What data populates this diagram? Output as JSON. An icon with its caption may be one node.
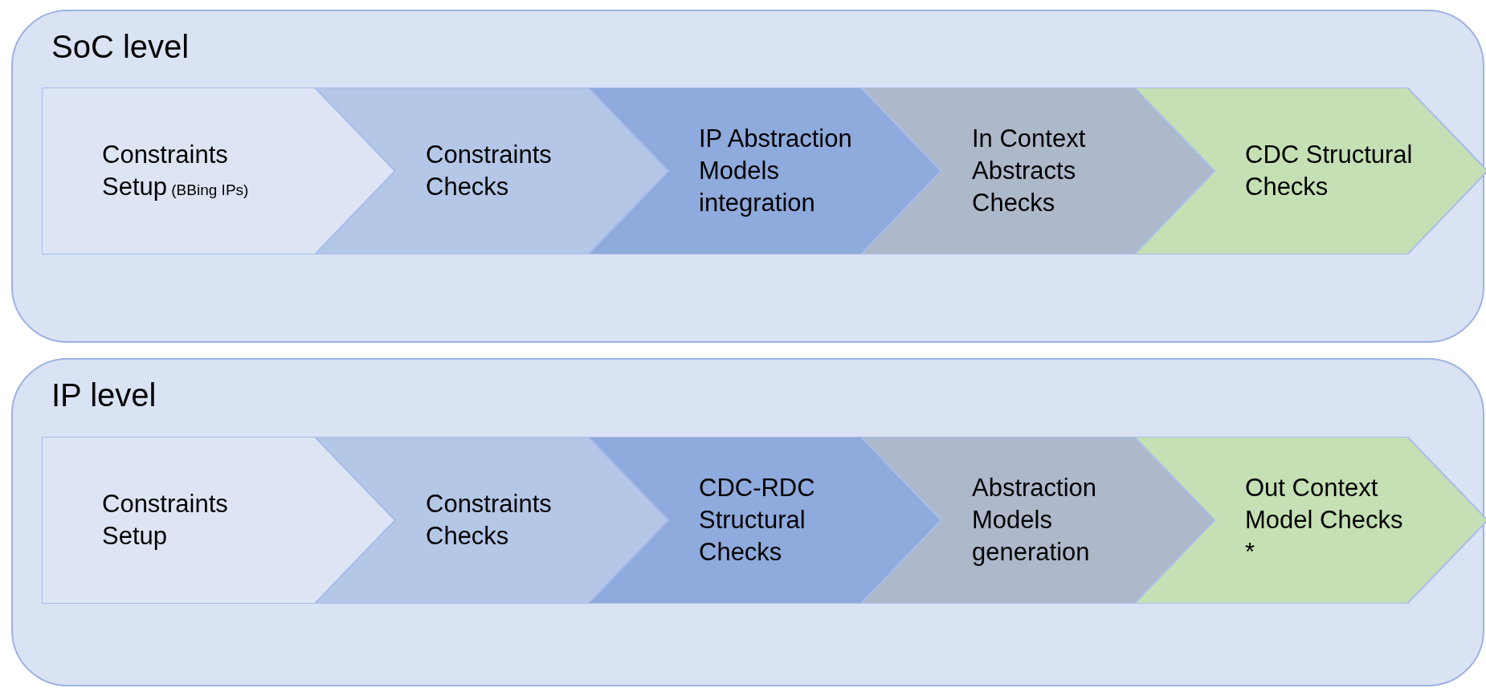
{
  "diagram": {
    "nodes": [
      {
        "text": [
          "SoC level"
        ]
      },
      {
        "text": [
          "Constraints Setup",
          "(BBing IPs)"
        ],
        "in": 0
      },
      {
        "text": [
          "Constraints Checks"
        ],
        "in": 0
      },
      {
        "text": [
          "IP Abstraction Models integration"
        ],
        "in": 0
      },
      {
        "text": [
          "In Context Abstracts Checks"
        ],
        "in": 0
      },
      {
        "text": [
          "CDC Structural Checks"
        ],
        "in": 0
      },
      {
        "text": [
          "IP level"
        ]
      },
      {
        "text": [
          "Constraints Setup"
        ],
        "in": 6
      },
      {
        "text": [
          "Constraints Checks"
        ],
        "in": 6
      },
      {
        "text": [
          "CDC-RDC Structural Checks"
        ],
        "in": 6
      },
      {
        "text": [
          "Abstraction Models generation"
        ],
        "in": 6
      },
      {
        "text": [
          "Out Context Model Checks *"
        ],
        "in": 6
      }
    ]
  }
}
